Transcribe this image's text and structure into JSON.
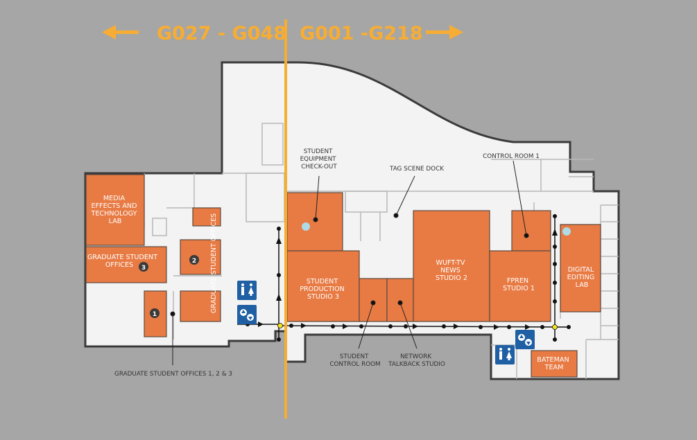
{
  "colors": {
    "background": "#a6a6a6",
    "floor": "#f3f3f3",
    "outline": "#3a3a3a",
    "room": "#e87a43",
    "divider": "#f7ad33",
    "restroom_sign": "#1f5fa3",
    "route": "#111111",
    "junction": "#f3e21c"
  },
  "header": {
    "left_range": "G027 - G048",
    "right_range": "G001 -G218",
    "left_arrow_icon": "arrow-left-icon",
    "right_arrow_icon": "arrow-right-icon"
  },
  "rooms": {
    "media_lab": [
      "MEDIA",
      "EFFECTS AND",
      "TECHNOLOGY",
      "LAB"
    ],
    "grad_offices": [
      "GRADUATE STUDENT",
      "OFFICES"
    ],
    "grad_offices_vertical": "GRADUATE STUDENT OFFICES",
    "production_studio": [
      "STUDENT",
      "PRODUCTION",
      "STUDIO 3"
    ],
    "news_studio": [
      "WUFT-TV",
      "NEWS",
      "STUDIO 2"
    ],
    "fpren": [
      "FPREN",
      "STUDIO 1"
    ],
    "digital_lab": [
      "DIGITAL",
      "EDITING",
      "LAB"
    ],
    "bateman": [
      "BATEMAN",
      "TEAM"
    ]
  },
  "callouts": {
    "equipment": [
      "STUDENT",
      "EQUIPMENT",
      "CHECK-OUT"
    ],
    "dock": "TAG SCENE DOCK",
    "control_room_1": "CONTROL ROOM 1",
    "control_room": [
      "STUDENT",
      "CONTROL ROOM"
    ],
    "talkback": [
      "NETWORK",
      "TALKBACK STUDIO"
    ],
    "grad_offices_123": "GRADUATE STUDENT OFFICES 1, 2 & 3"
  },
  "markers": [
    "1",
    "2",
    "3"
  ],
  "icons": {
    "restroom": "restroom-icon",
    "elevator": "elevator-icon"
  }
}
